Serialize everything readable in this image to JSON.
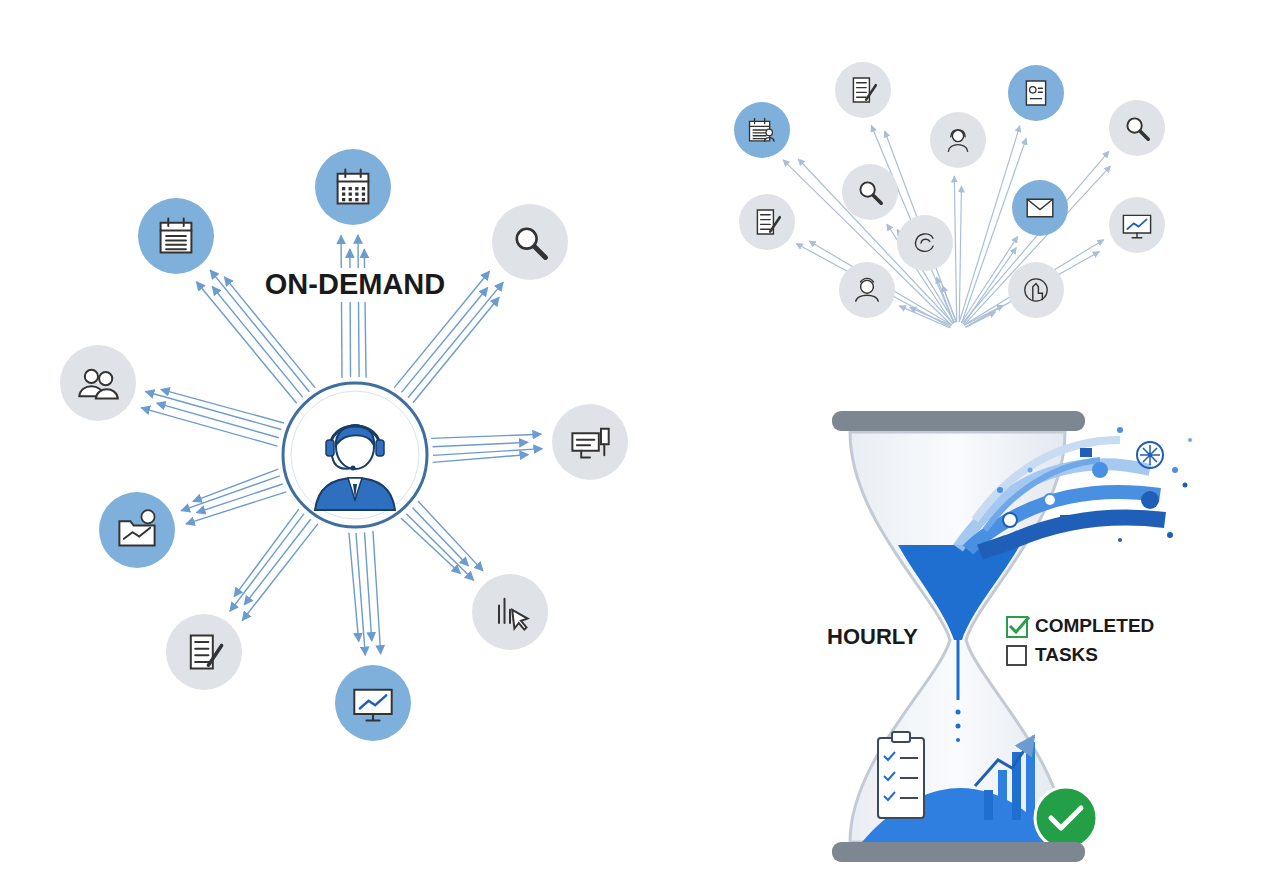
{
  "diagram": {
    "labels": [
      "ON-DEMAND",
      "HOURLY",
      "COMPLETED",
      "TASKS"
    ]
  }
}
